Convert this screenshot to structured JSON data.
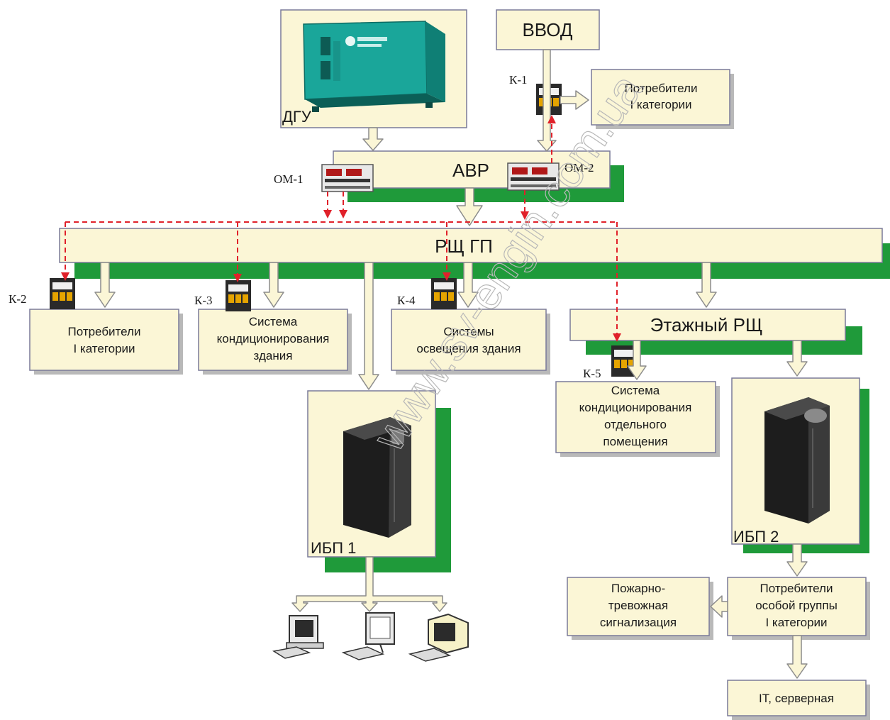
{
  "labels": {
    "vvod": "ВВОД",
    "dgu": "ДГУ",
    "avr": "АВР",
    "rshch_gp": "РЩ ГП",
    "etazh_rshch": "Этажный РЩ",
    "ibp1": "ИБП 1",
    "ibp2": "ИБП 2",
    "k1": "К-1",
    "k2": "К-2",
    "k3": "К-3",
    "k4": "К-4",
    "k5": "К-5",
    "om1": "ОМ-1",
    "om2": "ОМ-2",
    "consumers_top_l1": "Потребители",
    "consumers_top_l2": "I категории",
    "consumers_left_l1": "Потребители",
    "consumers_left_l2": "I категории",
    "ac_building_l1": "Система",
    "ac_building_l2": "кондиционирования",
    "ac_building_l3": "здания",
    "lighting_l1": "Системы",
    "lighting_l2": "освещения здания",
    "ac_room_l1": "Система",
    "ac_room_l2": "кондиционирования",
    "ac_room_l3": "отдельного",
    "ac_room_l4": "помещения",
    "fire_l1": "Пожарно-",
    "fire_l2": "тревожная",
    "fire_l3": "сигнализация",
    "special_l1": "Потребители",
    "special_l2": "особой группы",
    "special_l3": "I категории",
    "it_server": "IT, серверная"
  },
  "watermark": "www.sv-engin.com.ua",
  "colors": {
    "box_fill": "#fbf6d6",
    "green_shadow": "#1f9a3a",
    "control_line": "#e0212a",
    "generator": "#1aa69a"
  }
}
